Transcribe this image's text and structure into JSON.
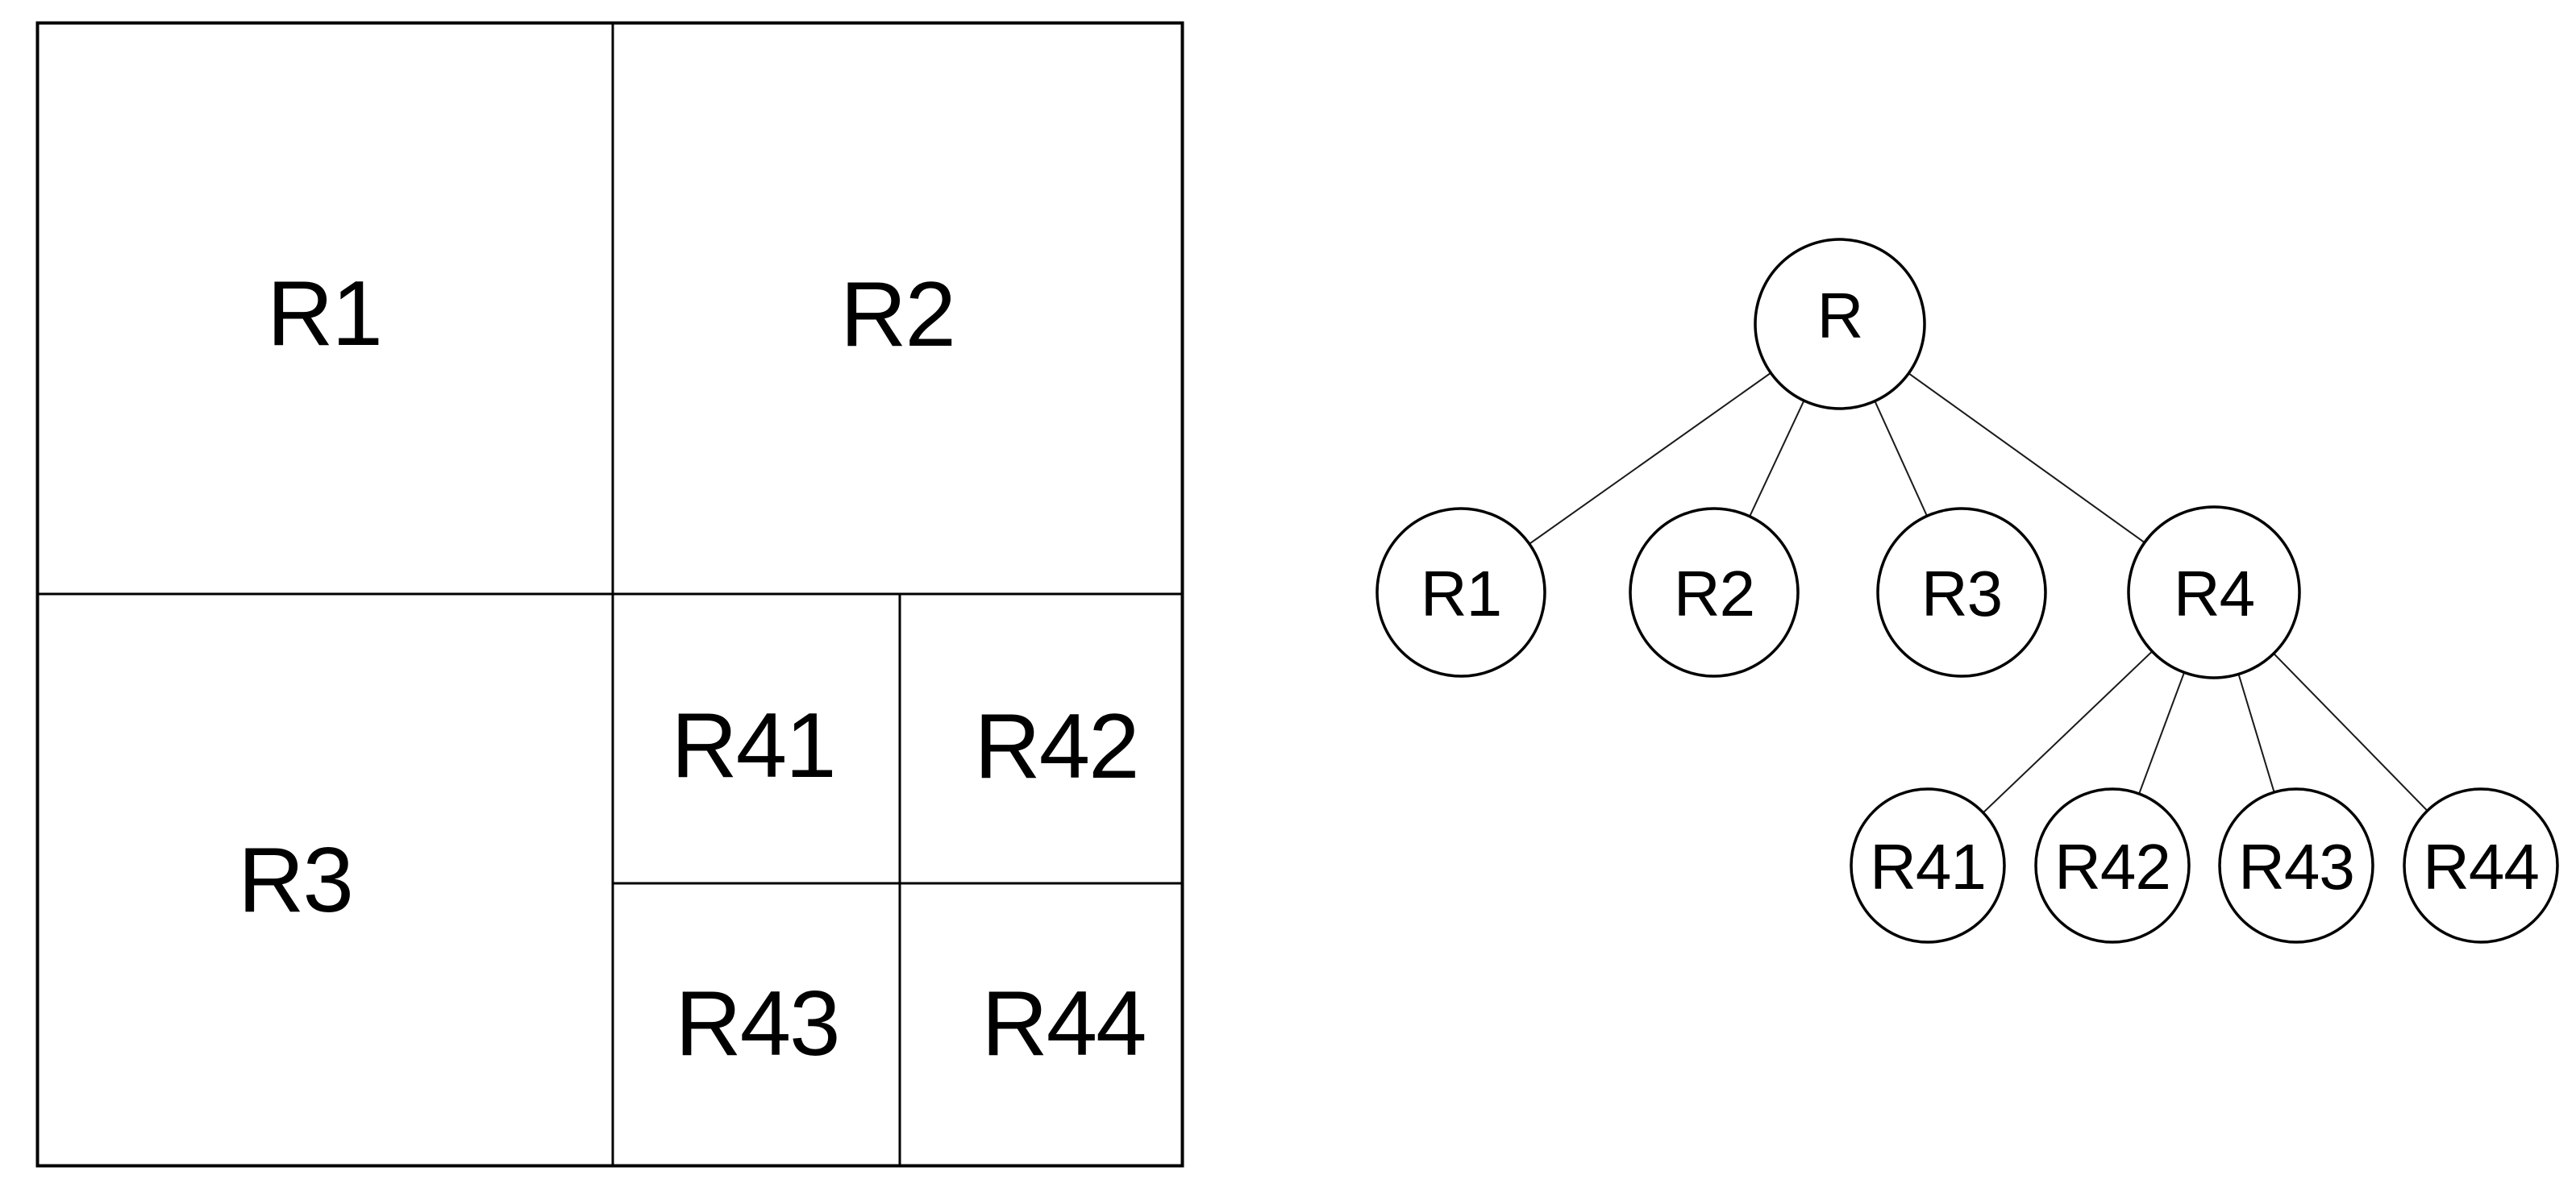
{
  "figure": {
    "type": "quadtree-illustration",
    "background_color": "#ffffff",
    "stroke_color": "#000000",
    "text_color": "#000000"
  },
  "region_map": {
    "description": "Square region recursively subdivided into quadrants; bottom-right quadrant R4 is further subdivided",
    "labels": {
      "r1": "R1",
      "r2": "R2",
      "r3": "R3",
      "r41": "R41",
      "r42": "R42",
      "r43": "R43",
      "r44": "R44"
    },
    "regions": [
      {
        "label": "R1",
        "position": "top-left"
      },
      {
        "label": "R2",
        "position": "top-right"
      },
      {
        "label": "R3",
        "position": "bottom-left"
      },
      {
        "label": "R41",
        "position": "bottom-right / top-left"
      },
      {
        "label": "R42",
        "position": "bottom-right / top-right"
      },
      {
        "label": "R43",
        "position": "bottom-right / bottom-left"
      },
      {
        "label": "R44",
        "position": "bottom-right / bottom-right"
      }
    ]
  },
  "tree": {
    "description": "Quadtree hierarchy corresponding to the region subdivision",
    "nodes": {
      "root": "R",
      "r1": "R1",
      "r2": "R2",
      "r3": "R3",
      "r4": "R4",
      "r41": "R41",
      "r42": "R42",
      "r43": "R43",
      "r44": "R44"
    },
    "edges": [
      [
        "R",
        "R1"
      ],
      [
        "R",
        "R2"
      ],
      [
        "R",
        "R3"
      ],
      [
        "R",
        "R4"
      ],
      [
        "R4",
        "R41"
      ],
      [
        "R4",
        "R42"
      ],
      [
        "R4",
        "R43"
      ],
      [
        "R4",
        "R44"
      ]
    ]
  }
}
